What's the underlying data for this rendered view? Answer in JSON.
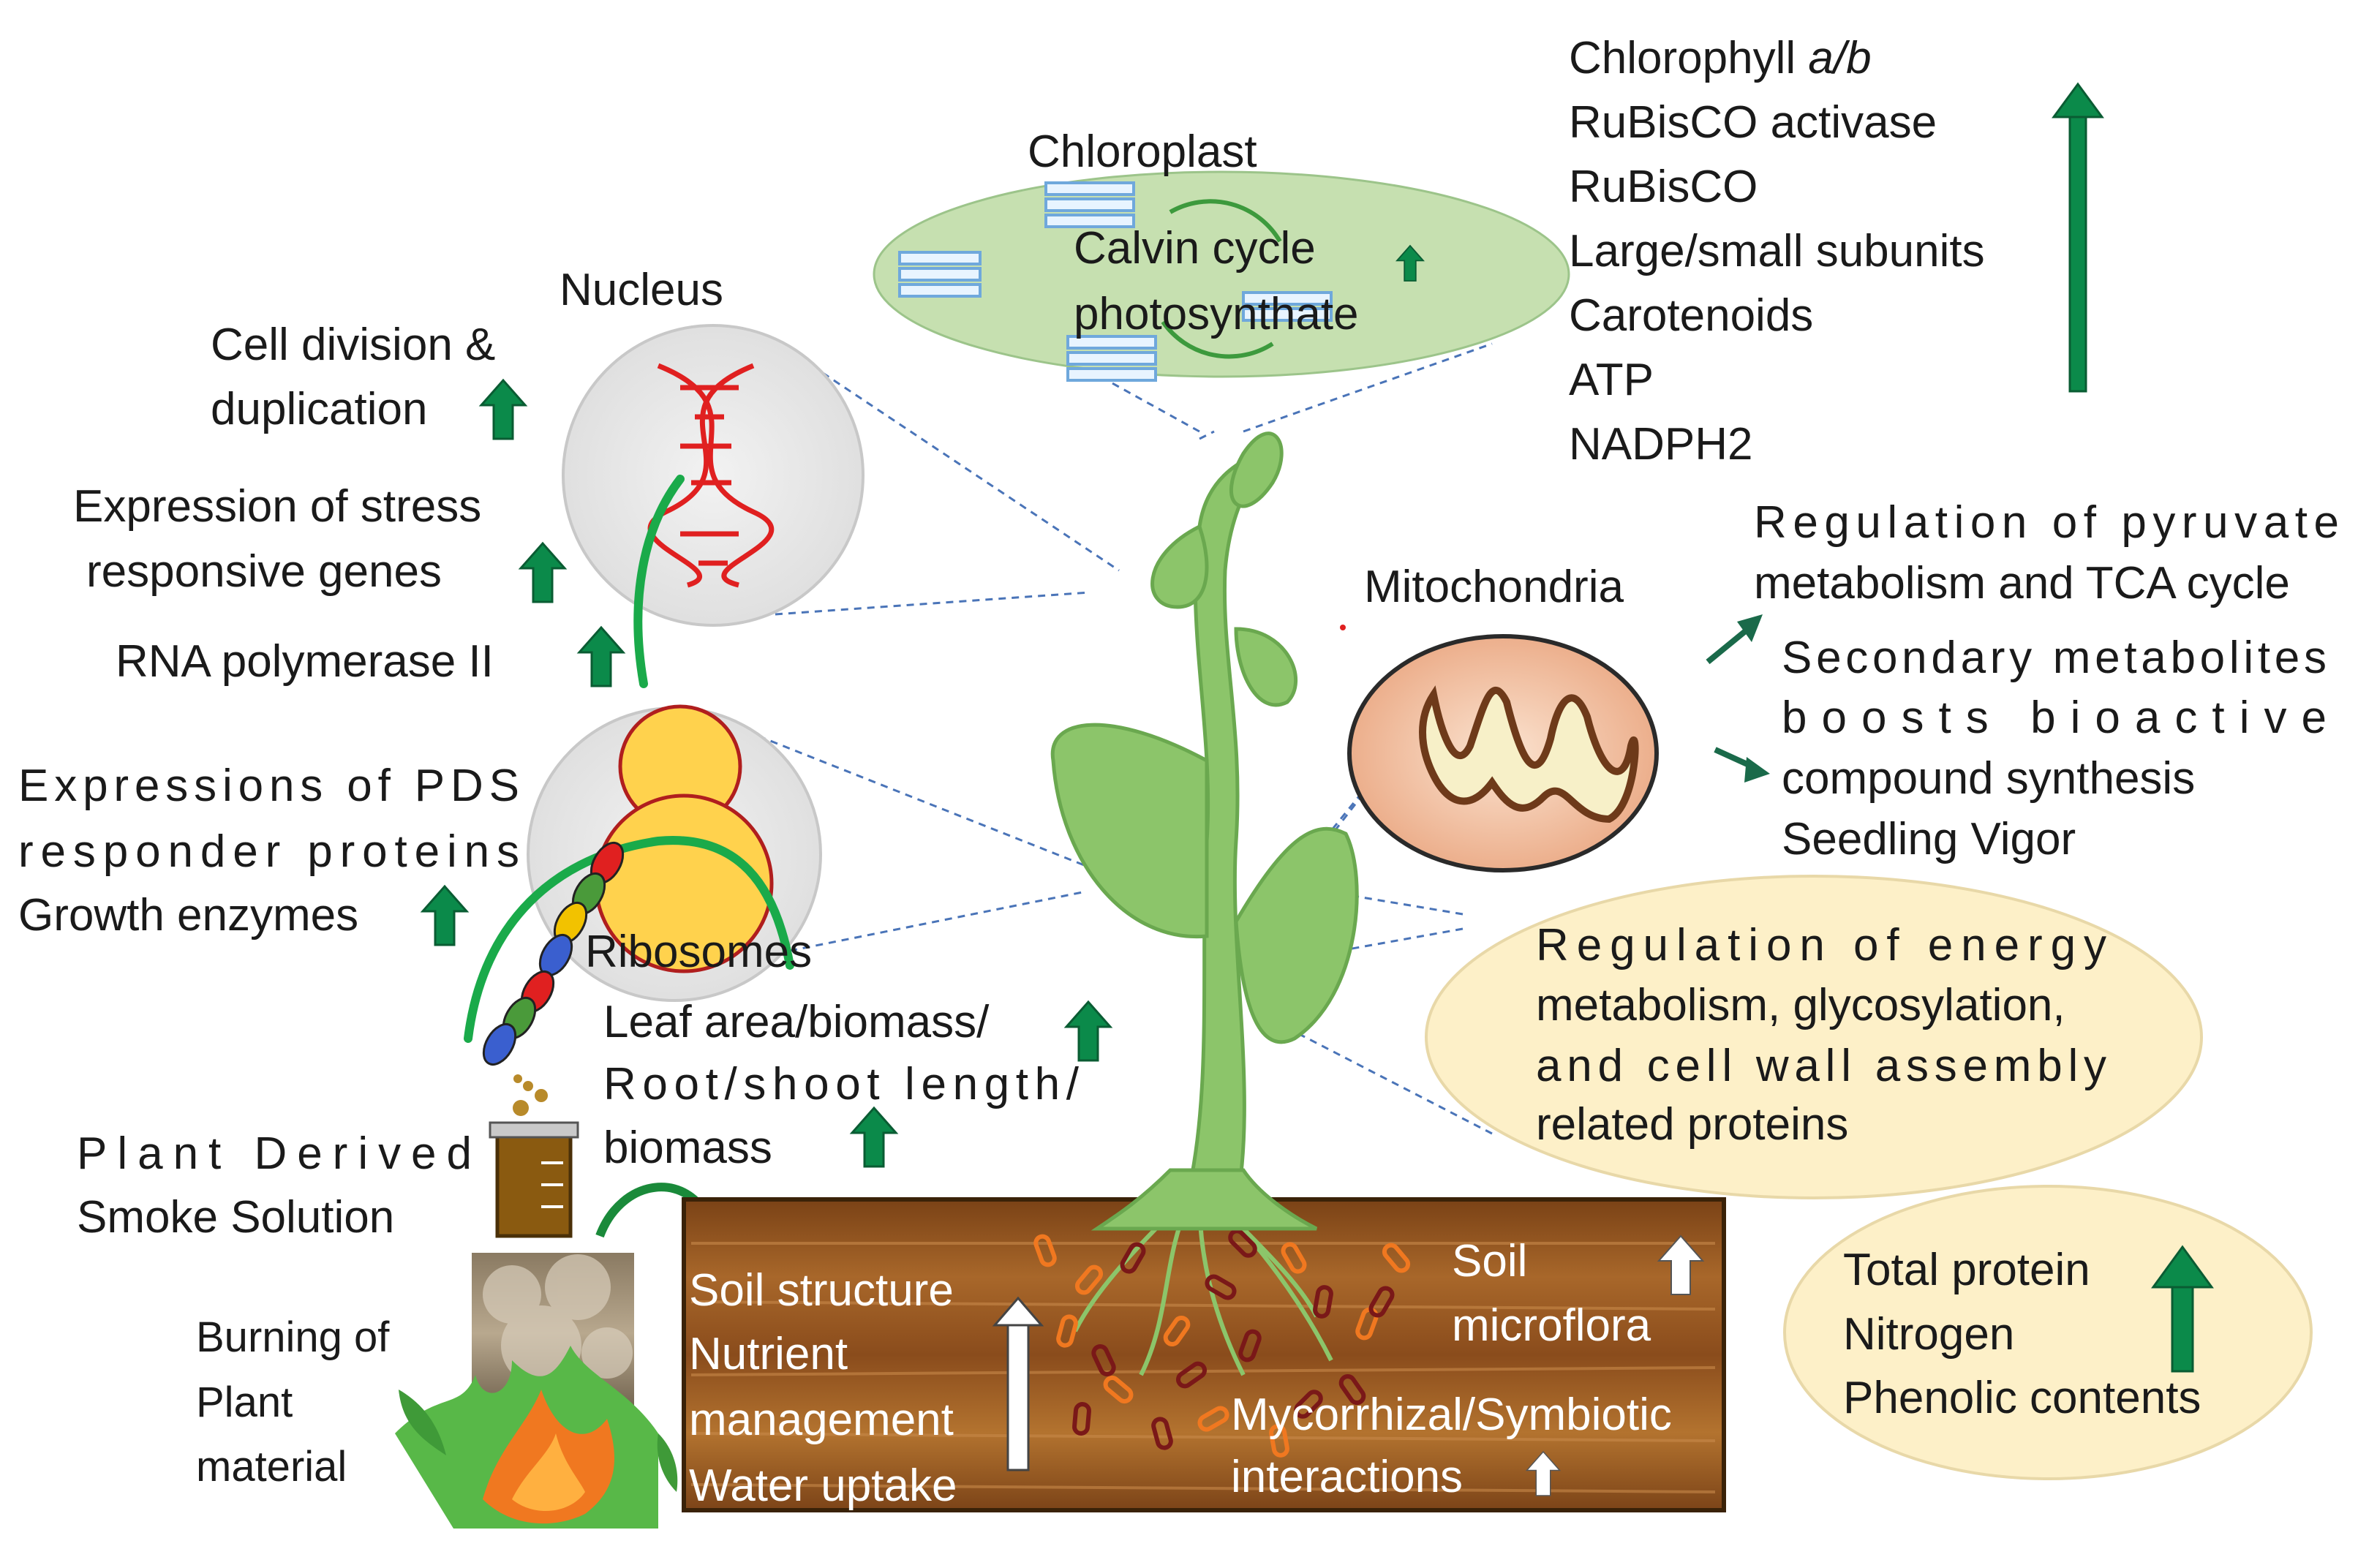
{
  "chloroplast": {
    "title": "Chloroplast",
    "line1": "Calvin cycle",
    "line2": "photosynthate",
    "outputs_italic_prefix": "Chlorophyll ",
    "outputs_italic": "a/b",
    "outputs": [
      "RuBisCO activase",
      "RuBisCO",
      "Large/small subunits",
      "Carotenoids",
      "ATP",
      "NADPH2"
    ]
  },
  "nucleus": {
    "title": "Nucleus",
    "cell_division_1": "Cell division &",
    "cell_division_2": "duplication",
    "stress_1": "Expression of stress",
    "stress_2": "responsive genes",
    "rna_pol": "RNA polymerase II"
  },
  "ribosomes": {
    "title": "Ribosomes",
    "pds_1": "Expressions of PDS",
    "pds_2": "responder proteins",
    "pds_3": "Growth enzymes"
  },
  "growth": {
    "leaf": "Leaf area/biomass/",
    "root": "Root/shoot length/",
    "biomass": "biomass"
  },
  "smoke": {
    "line1": "Plant Derived",
    "line2": "Smoke Solution",
    "burn1": "Burning of",
    "burn2": "Plant",
    "burn3": "material"
  },
  "mitochondria": {
    "title": "Mitochondria",
    "pyruvate_1": "Regulation of pyruvate",
    "pyruvate_2": "metabolism and TCA cycle",
    "sec_1": "Secondary metabolites",
    "sec_2": "boosts bioactive",
    "sec_3": "compound synthesis",
    "sec_4": "Seedling Vigor"
  },
  "energy": {
    "line1": "Regulation of energy",
    "line2": "metabolism, glycosylation,",
    "line3": "and cell wall assembly",
    "line4": "related proteins"
  },
  "protein": {
    "line1": "Total protein",
    "line2": "Nitrogen",
    "line3": "Phenolic contents"
  },
  "soil": {
    "structure": "Soil structure",
    "nutrient_1": "Nutrient",
    "nutrient_2": "management",
    "water": "Water uptake",
    "microflora_1": "Soil",
    "microflora_2": "microflora",
    "myco_1": "Mycorrhizal/Symbiotic",
    "myco_2": "interactions"
  },
  "colors": {
    "arrow_green": "#0b8a4a",
    "plant_green": "#8cc56a",
    "chloroplast_fill": "#c6e0b0",
    "ellipse_fill": "#fdf0c8",
    "soil_brown": "#9a5a22",
    "dna_red": "#e02020"
  }
}
